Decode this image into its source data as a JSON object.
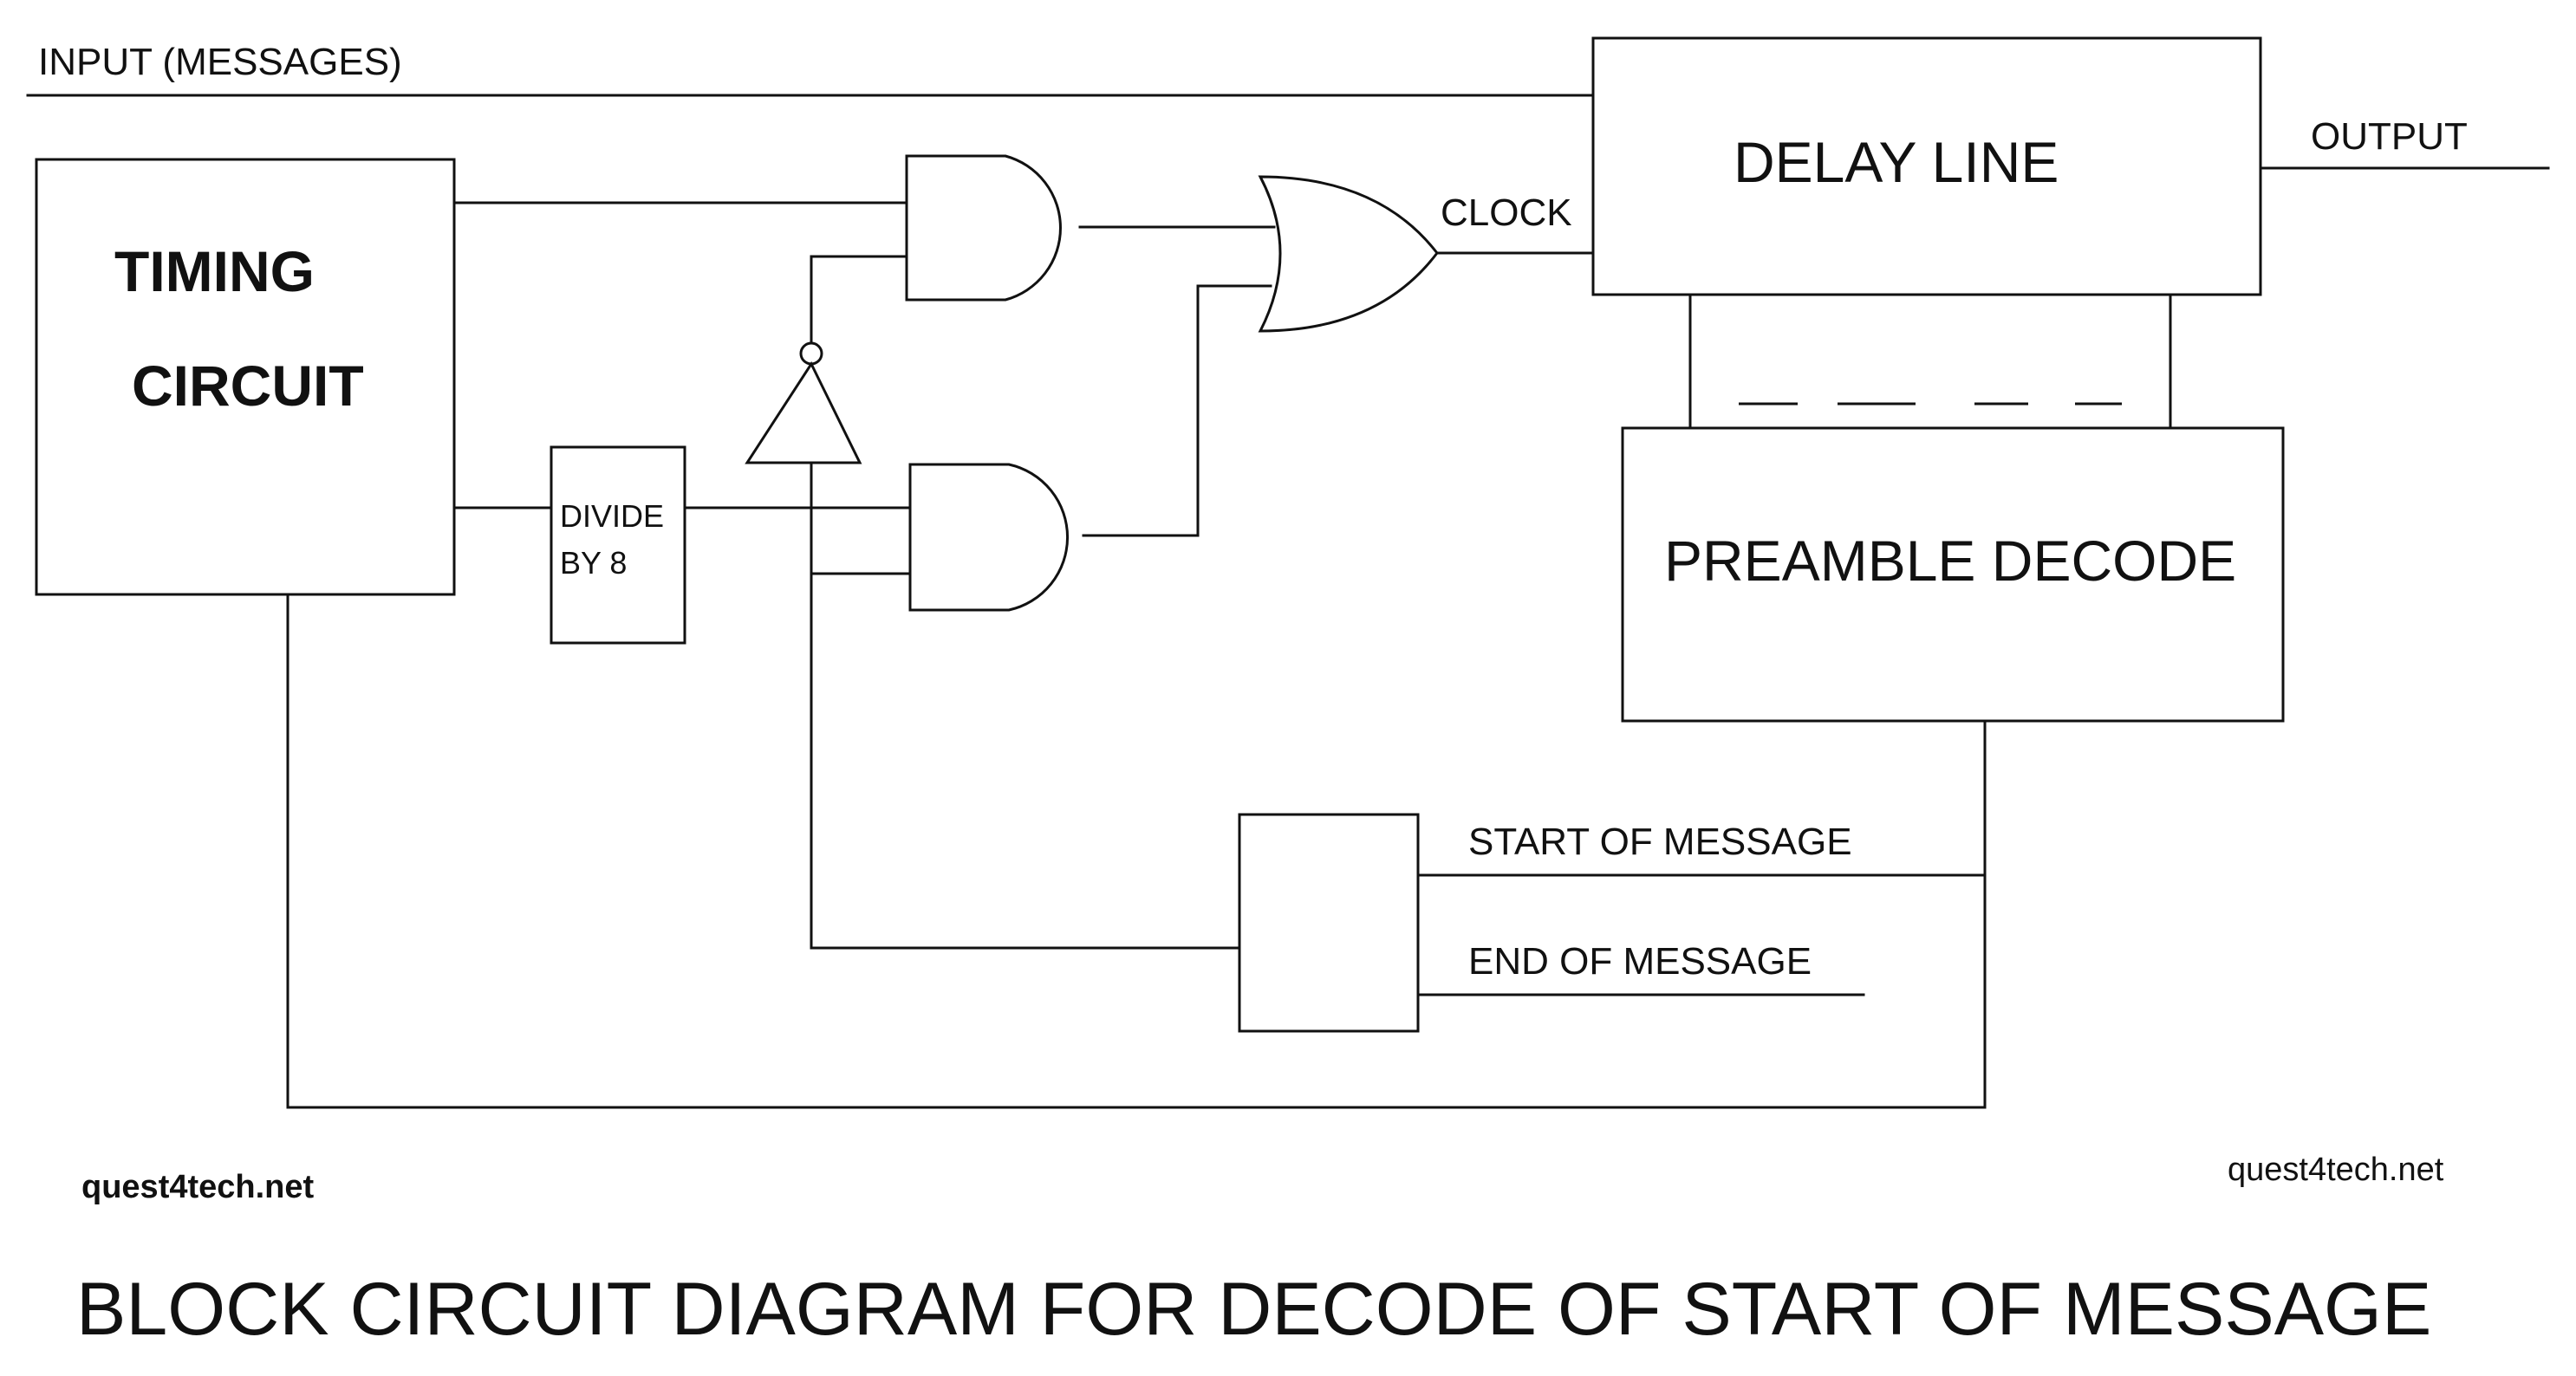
{
  "labels": {
    "input": "INPUT (MESSAGES)",
    "output": "OUTPUT",
    "clock": "CLOCK",
    "start_of_message": "START OF MESSAGE",
    "end_of_message": "END OF MESSAGE"
  },
  "blocks": {
    "timing_line1": "TIMING",
    "timing_line2": "CIRCUIT",
    "divide_line1": "DIVIDE",
    "divide_line2": "BY 8",
    "delay_line": "DELAY LINE",
    "preamble_decode": "PREAMBLE DECODE"
  },
  "watermarks": {
    "left": "quest4tech.net",
    "right": "quest4tech.net"
  },
  "title": "BLOCK CIRCUIT DIAGRAM FOR DECODE OF START OF MESSAGE"
}
